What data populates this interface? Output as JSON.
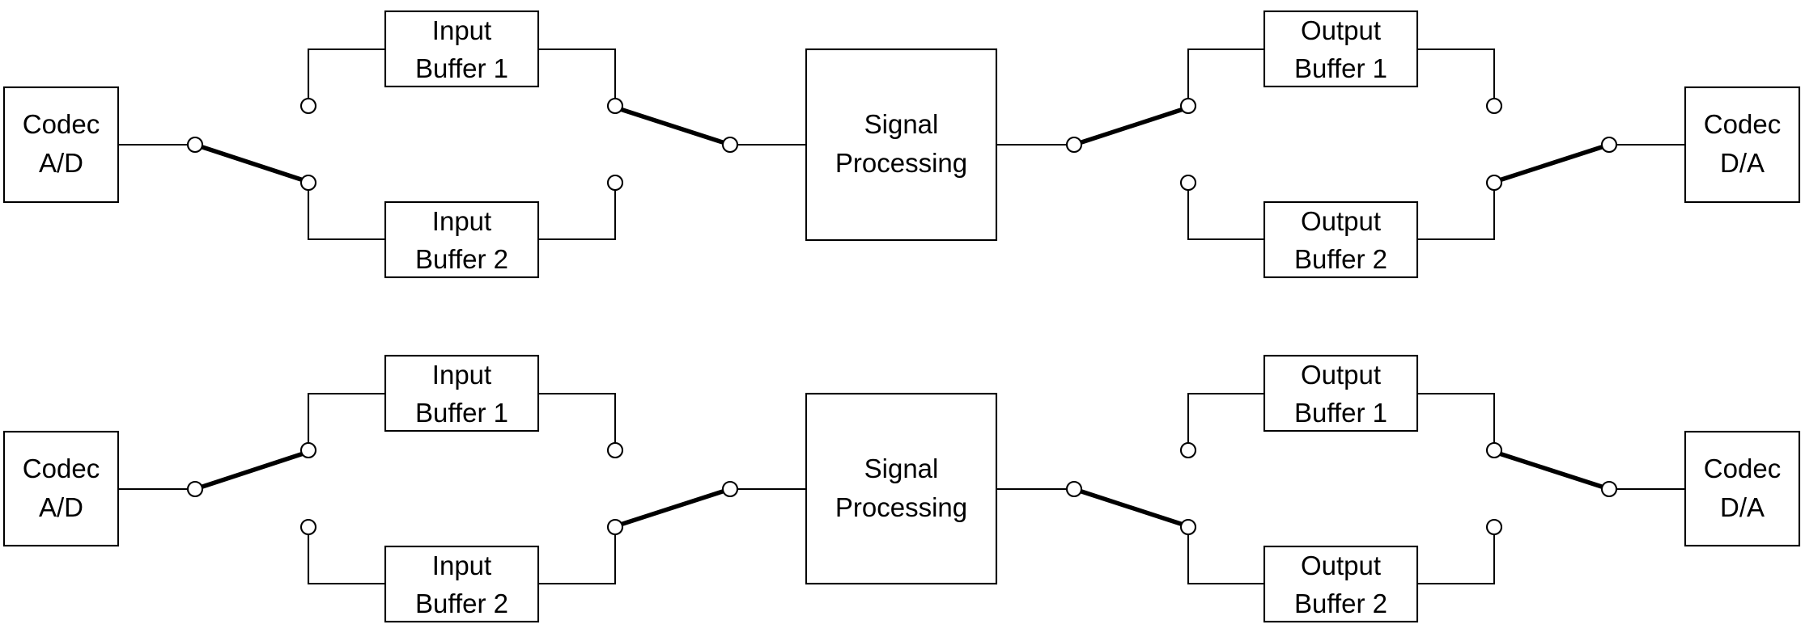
{
  "stages": [
    {
      "codec_in": [
        "Codec",
        "A/D"
      ],
      "input_buffer_1": [
        "Input",
        "Buffer 1"
      ],
      "input_buffer_2": [
        "Input",
        "Buffer 2"
      ],
      "processing": [
        "Signal",
        "Processing"
      ],
      "output_buffer_1": [
        "Output",
        "Buffer 1"
      ],
      "output_buffer_2": [
        "Output",
        "Buffer 2"
      ],
      "codec_out": [
        "Codec",
        "D/A"
      ],
      "switch_states": {
        "codec_ad_switch": "buffer-2",
        "processing_input_switch": "buffer-1",
        "processing_output_switch": "buffer-1",
        "codec_da_switch": "buffer-2"
      }
    },
    {
      "codec_in": [
        "Codec",
        "A/D"
      ],
      "input_buffer_1": [
        "Input",
        "Buffer 1"
      ],
      "input_buffer_2": [
        "Input",
        "Buffer 2"
      ],
      "processing": [
        "Signal",
        "Processing"
      ],
      "output_buffer_1": [
        "Output",
        "Buffer 1"
      ],
      "output_buffer_2": [
        "Output",
        "Buffer 2"
      ],
      "codec_out": [
        "Codec",
        "D/A"
      ],
      "switch_states": {
        "codec_ad_switch": "buffer-1",
        "processing_input_switch": "buffer-2",
        "processing_output_switch": "buffer-2",
        "codec_da_switch": "buffer-1"
      }
    }
  ]
}
